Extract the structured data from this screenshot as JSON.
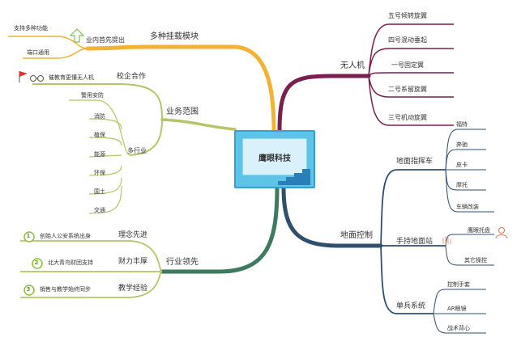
{
  "center": {
    "title": "鹰眼科技"
  },
  "colors": {
    "gold": "#f2b233",
    "purple": "#7a1f4e",
    "sage": "#b6c46a",
    "green": "#3d7a5e",
    "navy": "#2f4f6f",
    "center": "#5fc3e8"
  },
  "branches": {
    "mount": {
      "label": "多种挂载模块",
      "sub_label": "业内首先提出",
      "icon": "up-arrow-icon",
      "leaves": [
        "支持多种功能",
        "端口通用"
      ]
    },
    "business": {
      "label": "业务范围",
      "sub_label": "校企合作",
      "partner_text": "催教育更懂无人机",
      "icons": [
        "flag-icon",
        "glasses-icon"
      ],
      "industry_label": "多行业",
      "industries": [
        "警用安防",
        "消防",
        "植保",
        "能源",
        "环保",
        "国土",
        "交通"
      ]
    },
    "leading": {
      "label": "行业领先",
      "items": [
        {
          "num": "1",
          "label": "理念先进",
          "detail": "创始人公安系统出身"
        },
        {
          "num": "2",
          "label": "财力丰厚",
          "detail": "北大青鸟财团支持"
        },
        {
          "num": "3",
          "label": "教学经验",
          "detail": "销售与教学始终同步"
        }
      ]
    },
    "uav": {
      "label": "无人机",
      "items": [
        "五号倾转旋翼",
        "四号混动垂起",
        "一号固定翼",
        "二号系留旋翼",
        "三号机动旋翼"
      ]
    },
    "ground": {
      "label": "地面控制",
      "vehicle": {
        "label": "地面指挥车",
        "items": [
          "福特",
          "奔驰",
          "皮卡",
          "摩托",
          "车辆改装"
        ]
      },
      "station": {
        "label": "手持地面站",
        "items": [
          "鹰眼托盘",
          "其它操控"
        ]
      },
      "soldier": {
        "label": "单兵系统",
        "items": [
          "控制手套",
          "AR眼镜",
          "战术背心"
        ]
      }
    }
  }
}
